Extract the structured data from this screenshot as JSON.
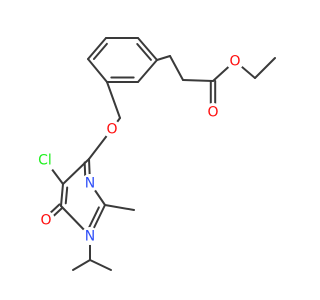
{
  "structure": {
    "atom_labels": {
      "o_ester_carbonyl": "O",
      "o_ester_ether": "O",
      "o_benzyl_ether": "O",
      "cl": "Cl",
      "n_ring_top": "N",
      "o_ring_carbonyl": "O",
      "n_ring_bottom": "N"
    },
    "colors": {
      "bond": "#3a3a3a",
      "oxygen": "#ff0d0d",
      "nitrogen": "#3050f8",
      "chlorine": "#1ff01f"
    }
  }
}
